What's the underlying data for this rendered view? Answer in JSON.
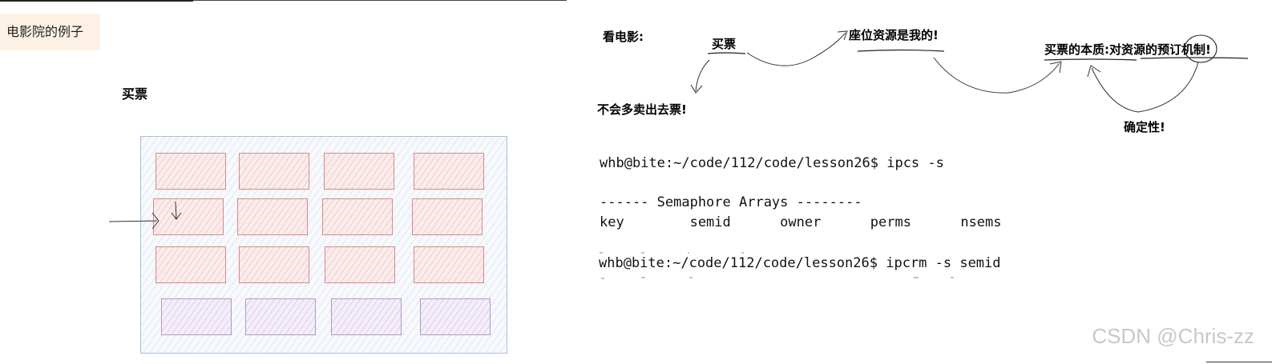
{
  "section_tag": "电影院的例子",
  "buy_ticket_label": "买票",
  "seats": {
    "rows": [
      [
        {
          "kind": "red"
        },
        {
          "kind": "red"
        },
        {
          "kind": "red"
        },
        {
          "kind": "red"
        }
      ],
      [
        {
          "kind": "red"
        },
        {
          "kind": "red"
        },
        {
          "kind": "red"
        },
        {
          "kind": "red"
        }
      ],
      [
        {
          "kind": "red"
        },
        {
          "kind": "red"
        },
        {
          "kind": "red"
        },
        {
          "kind": "red"
        }
      ],
      [
        {
          "kind": "purple"
        },
        {
          "kind": "purple"
        },
        {
          "kind": "purple"
        },
        {
          "kind": "purple"
        }
      ]
    ]
  },
  "flow": {
    "watch_movie": "看电影:",
    "buy_ticket": "买票",
    "seat_is_mine": "座位资源是我的!",
    "essence": "买票的本质:对资源的预订机制!",
    "no_oversell": "不会多卖出去票!",
    "certainty": "确定性!"
  },
  "terminal": {
    "cmd1": "whb@bite:~/code/112/code/lesson26$ ipcs -s",
    "header": "------ Semaphore Arrays --------",
    "columns": "key        semid      owner      perms      nsems",
    "cmd2": "whb@bite:~/code/112/code/lesson26$ ipcrm -s semid"
  },
  "watermark": "CSDN @Chris-zz",
  "colors": {
    "hall_border": "#a8bfdd",
    "seat_red": "#d58b8b",
    "seat_purple": "#b596c9",
    "tag_bg": "#fdf1e6"
  }
}
